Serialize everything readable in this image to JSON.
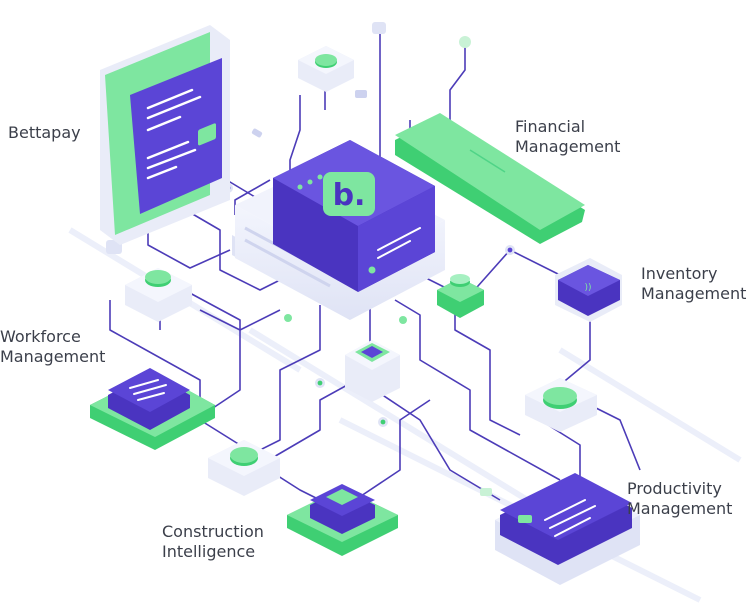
{
  "labels": {
    "bettapay": "Bettapay",
    "financial": [
      "Financial",
      "Management"
    ],
    "inventory": [
      "Inventory",
      "Management"
    ],
    "workforce": [
      "Workforce",
      "Management"
    ],
    "productivity": [
      "Productivity",
      "Management"
    ],
    "construction": [
      "Construction",
      "Intelligence"
    ]
  },
  "hub": {
    "logo_letter": "b."
  },
  "colors": {
    "purple": "#5b45d6",
    "purple_dark": "#4a34c0",
    "green": "#7ee6a0",
    "green_dark": "#3fcf73",
    "line": "#4c3cb8",
    "platform": "#e9ecf8"
  }
}
